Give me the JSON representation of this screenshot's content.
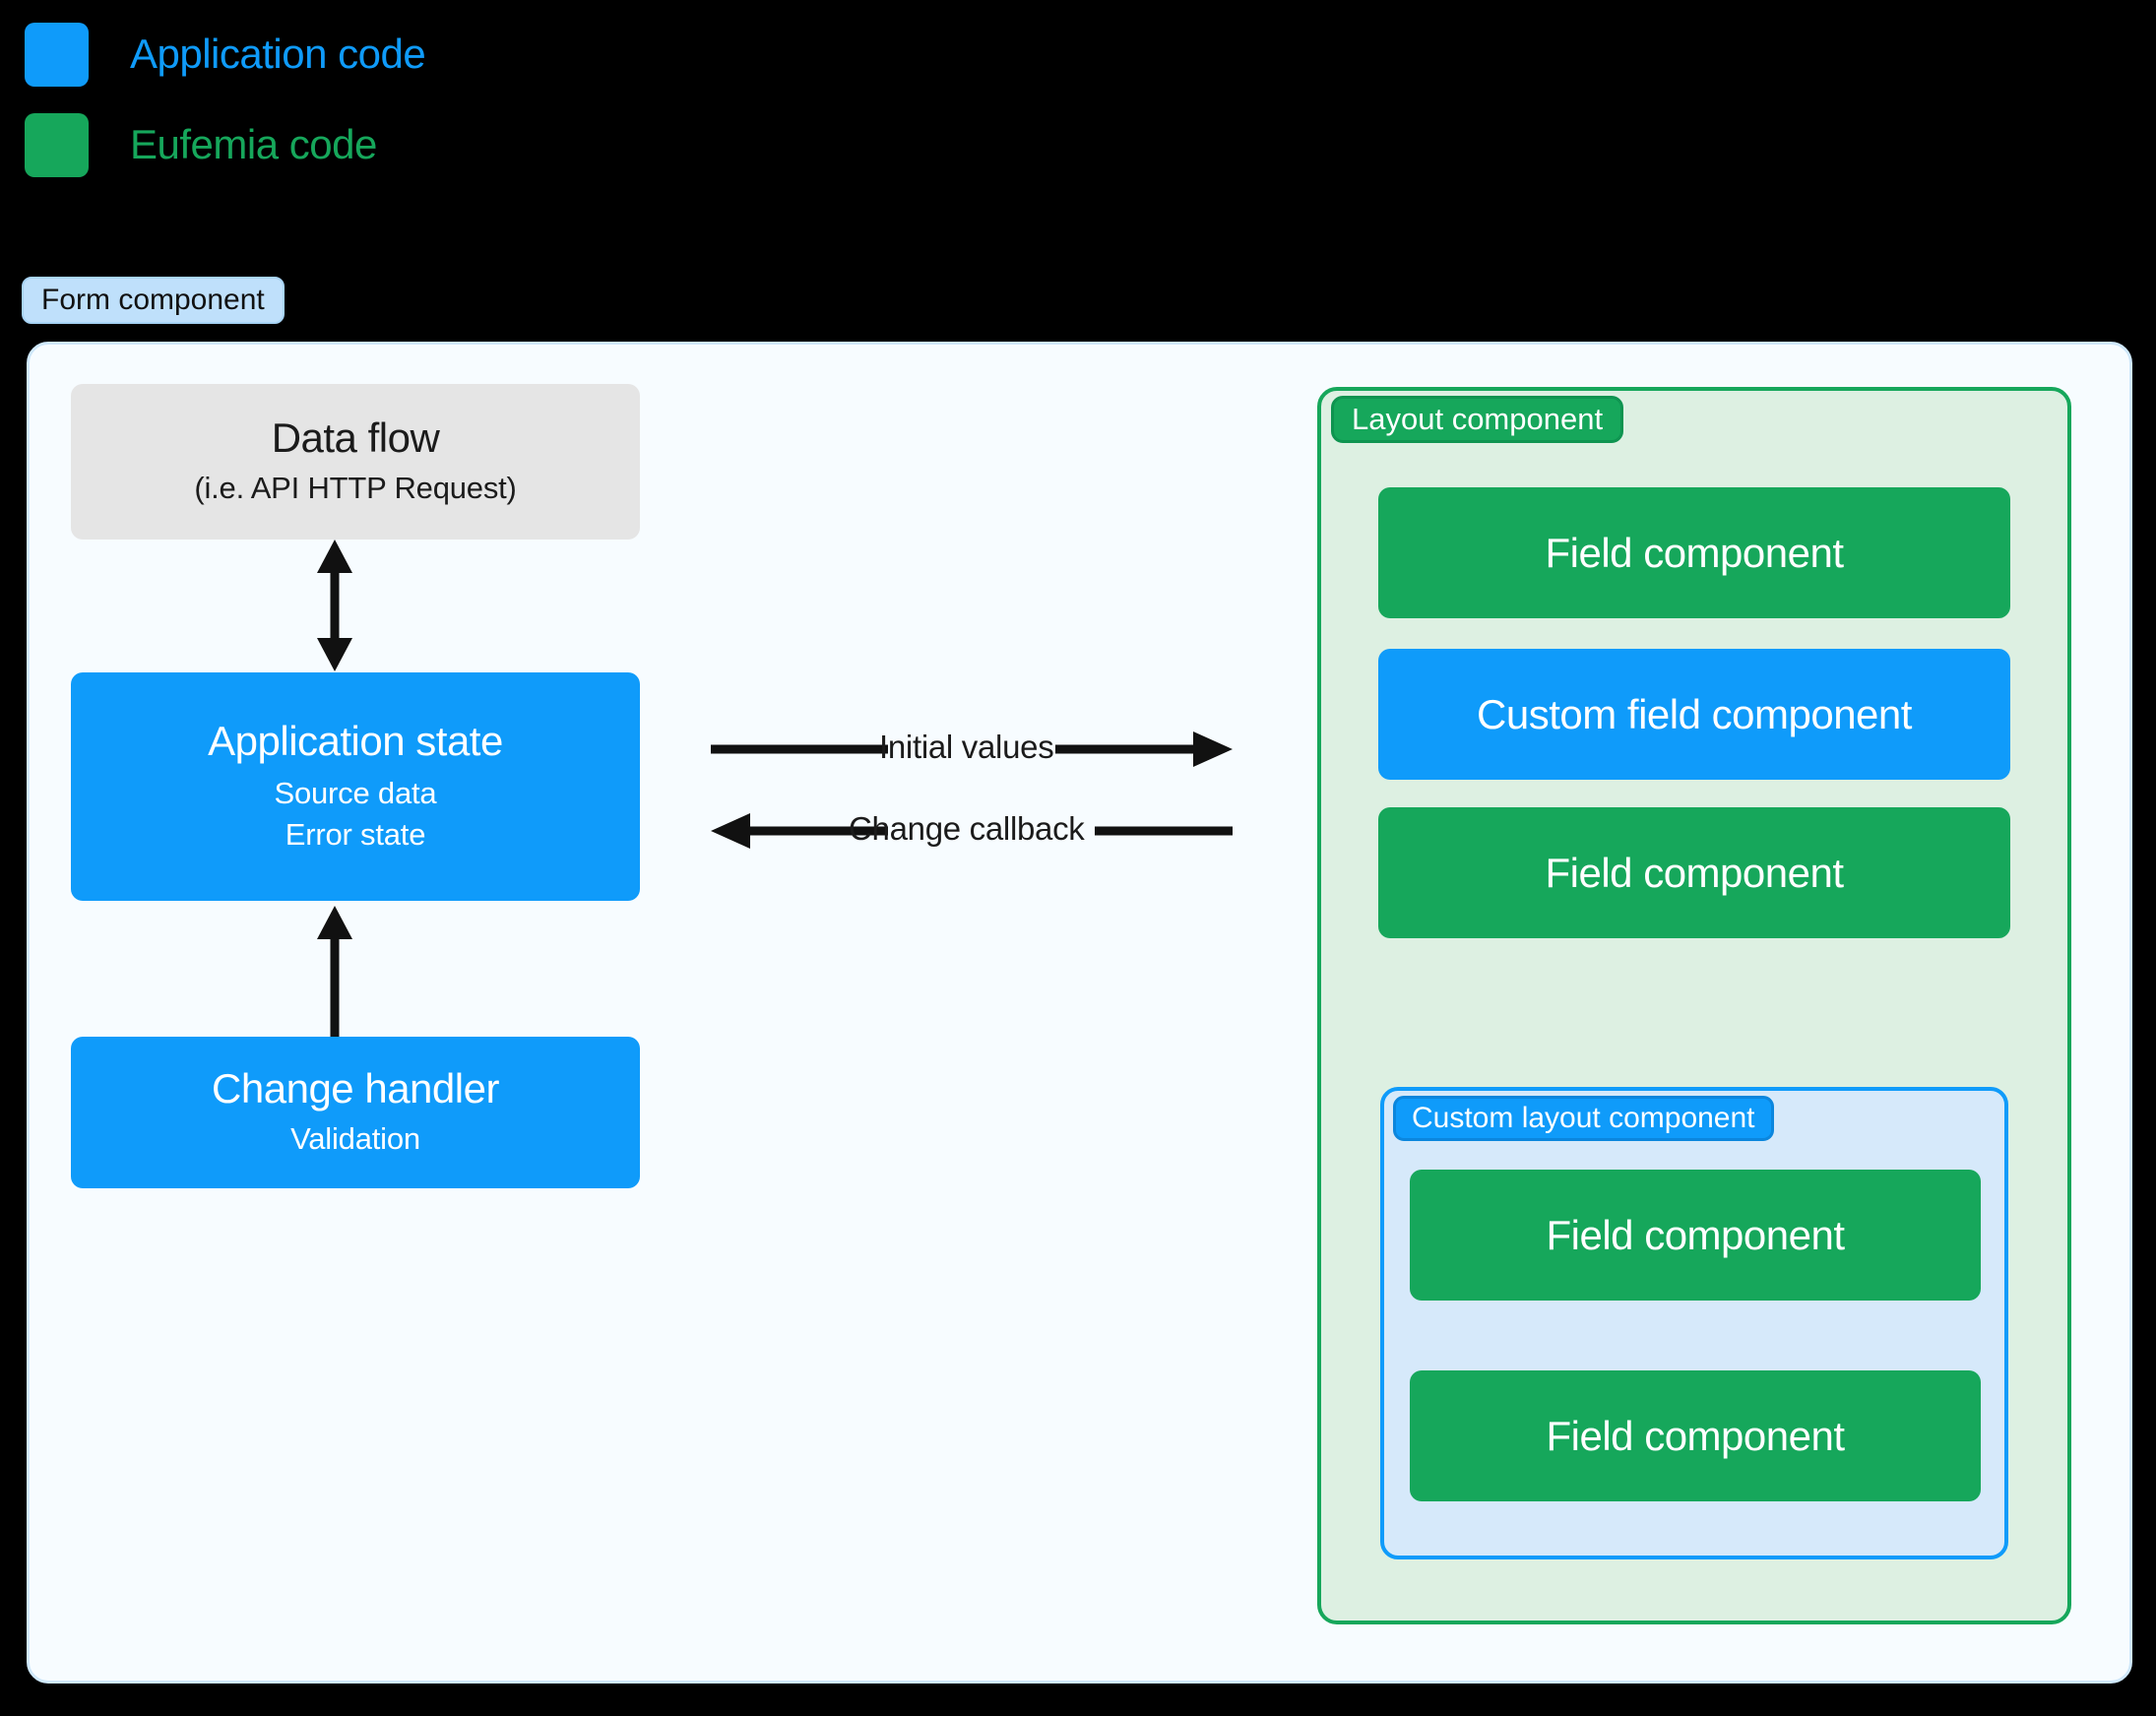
{
  "legend": {
    "items": [
      {
        "label": "Application code",
        "color": "#0f9bfa",
        "swatch": "legend-swatch-blue"
      },
      {
        "label": "Eufemia code",
        "color": "#16a75b",
        "swatch": "legend-swatch-green"
      }
    ]
  },
  "form": {
    "badge": "Form component",
    "background": "#f7fcff",
    "border": "#cfe8fb"
  },
  "left_column": {
    "data_flow": {
      "title": "Data flow",
      "subtitle": "(i.e. API HTTP Request)",
      "color": "#e5e5e5"
    },
    "application_state": {
      "title": "Application state",
      "sub1": "Source data",
      "sub2": "Error state",
      "color": "#0f9bfa"
    },
    "change_handler": {
      "title": "Change handler",
      "sub1": "Validation",
      "color": "#0f9bfa"
    }
  },
  "flows": {
    "initial_values": "Initial values",
    "change_callback": "Change callback"
  },
  "layout_component": {
    "badge": "Layout component",
    "color": "#16a75b",
    "background": "#ddf0e2",
    "fields": [
      {
        "label": "Field component",
        "kind": "eufemia"
      },
      {
        "label": "Custom field component",
        "kind": "application"
      },
      {
        "label": "Field component",
        "kind": "eufemia"
      }
    ],
    "custom_layout": {
      "badge": "Custom layout component",
      "color": "#0f9bfa",
      "background": "#d6e9fa",
      "fields": [
        {
          "label": "Field component",
          "kind": "eufemia"
        },
        {
          "label": "Field component",
          "kind": "eufemia"
        }
      ]
    }
  }
}
